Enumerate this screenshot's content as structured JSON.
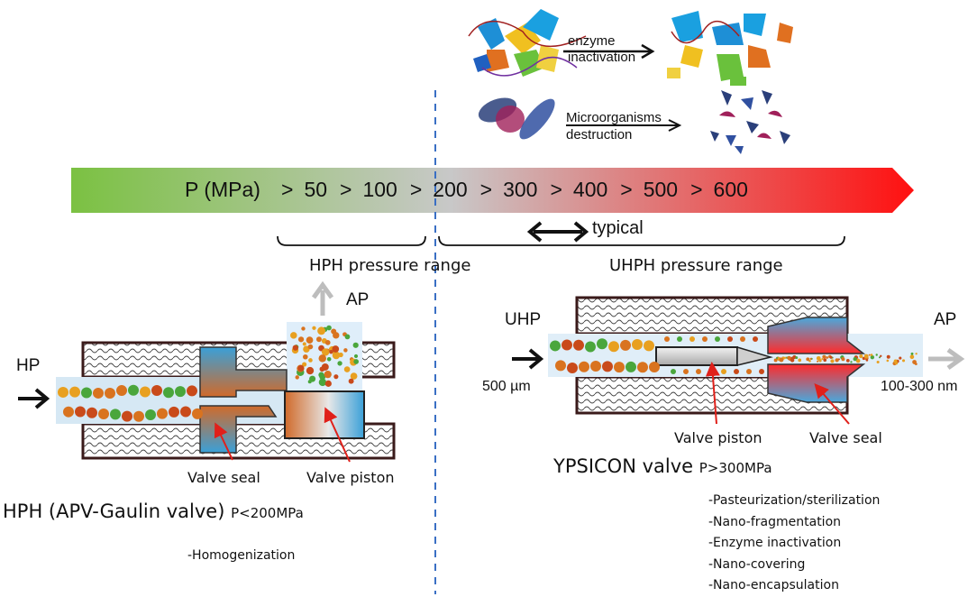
{
  "scale": {
    "label": "P (MPa)",
    "values": [
      "50",
      "100",
      "200",
      "300",
      "400",
      "500",
      "600"
    ],
    "separator": ">",
    "typical_label": "typical"
  },
  "ranges": {
    "hph": "HPH pressure range",
    "uhph": "UHPH pressure range"
  },
  "effects": {
    "enzyme": "enzyme\ninactivation",
    "micro": "Microorganisms\ndestruction"
  },
  "hph_valve": {
    "inlet": "HP",
    "outlet": "AP",
    "valve_seal": "Valve seal",
    "valve_piston": "Valve piston",
    "title": "HPH (APV-Gaulin valve)",
    "pressure": "P<200MPa",
    "applications": [
      "-Homogenization"
    ]
  },
  "uhph_valve": {
    "inlet": "UHP",
    "outlet": "AP",
    "inlet_size": "500 µm",
    "outlet_size": "100-300 nm",
    "valve_piston": "Valve piston",
    "valve_seal": "Valve seal",
    "title": "YPSICON valve",
    "pressure": "P>300MPa",
    "applications": [
      "-Pasteurization/sterilization",
      "-Nano-fragmentation",
      "-Enzyme inactivation",
      "-Nano-covering",
      "-Nano-encapsulation"
    ]
  },
  "colors": {
    "gradient_start": "#7bc142",
    "gradient_mid": "#c8c8c8",
    "gradient_end": "#ff1010",
    "divider": "#3a6fc4",
    "arrow_gray": "#bdbdbd",
    "valve_blue": "#3aa0d8",
    "valve_orange": "#d06a2a",
    "annotation_red": "#e0201a"
  }
}
